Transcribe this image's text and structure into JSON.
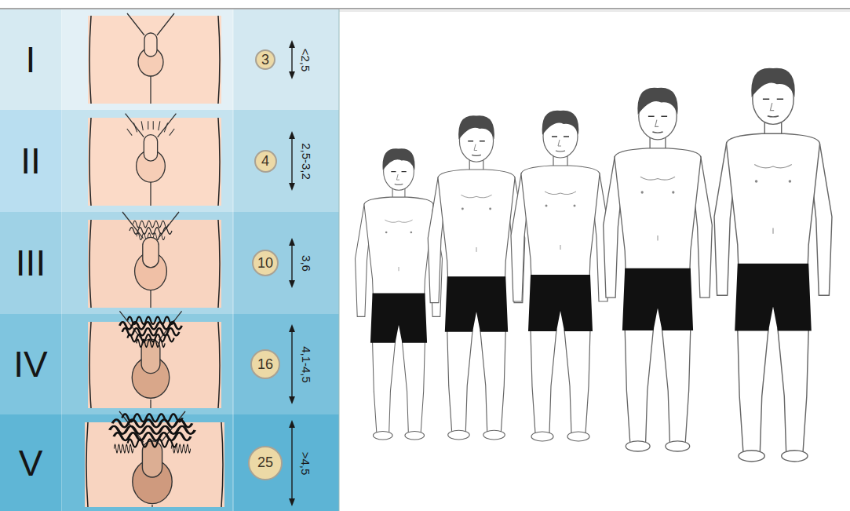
{
  "diagram": {
    "nodes": [
      {
        "text": [
          "I"
        ]
      },
      {
        "text": [
          "3"
        ]
      },
      {
        "text": [
          "II"
        ]
      },
      {
        "text": [
          "4"
        ]
      },
      {
        "text": [
          "III"
        ]
      },
      {
        "text": [
          "10"
        ]
      },
      {
        "text": [
          "IV"
        ]
      },
      {
        "text": [
          "16"
        ]
      },
      {
        "text": [
          "V"
        ]
      },
      {
        "text": [
          "25"
        ]
      }
    ],
    "labels": [
      "<2,5",
      "2,5-3,2",
      "3,6",
      "4,1-4,5",
      ">4,5"
    ]
  }
}
